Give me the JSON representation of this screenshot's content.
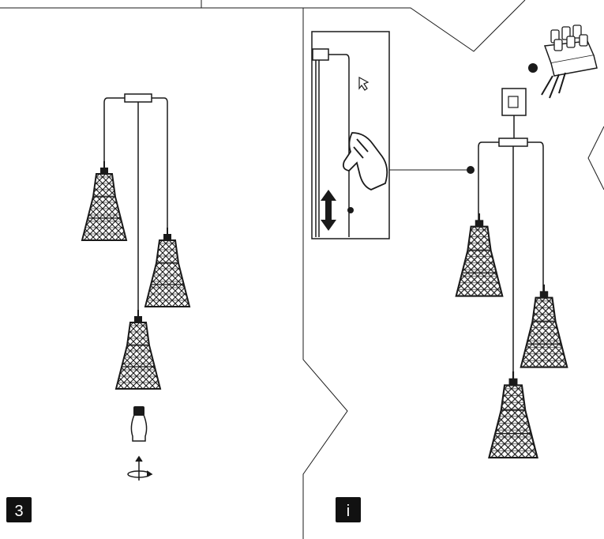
{
  "panels": [
    {
      "id": "left",
      "step_label": "3"
    },
    {
      "id": "right",
      "step_label": "i"
    }
  ],
  "icons": [
    "pendant-lamp-icon",
    "light-bulb-icon",
    "screw-in-rotate-icon",
    "terminal-block-icon",
    "hand-icon",
    "up-down-arrow-icon",
    "cursor-arrow-icon"
  ],
  "colors": {
    "line": "#1a1a1a",
    "badge": "#111111",
    "background": "#ffffff"
  }
}
